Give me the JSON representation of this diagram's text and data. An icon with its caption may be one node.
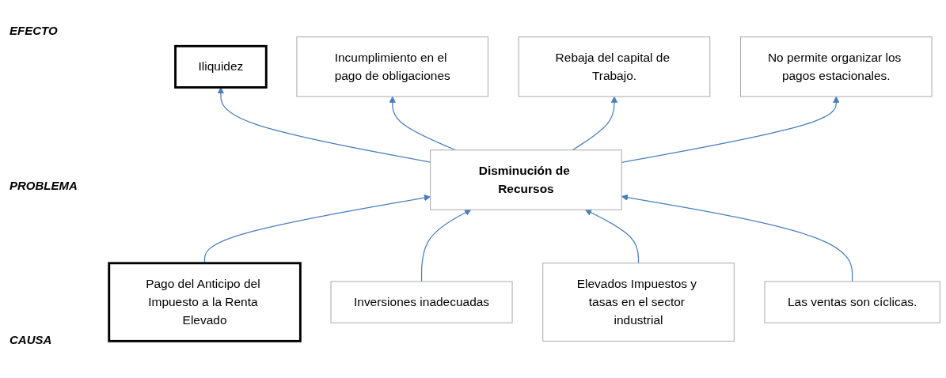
{
  "diagram": {
    "nodes": [
      {
        "text": [
          "Iliquidez"
        ]
      },
      {
        "text": [
          "Incumplimiento en el pago de obligaciones"
        ]
      },
      {
        "text": [
          "Rebaja del capital de Trabajo."
        ]
      },
      {
        "text": [
          "No permite organizar los pagos estacionales."
        ]
      },
      {
        "text": [
          "Disminución de Recursos"
        ]
      },
      {
        "text": [
          "Pago del Anticipo del Impuesto a la Renta Elevado"
        ]
      },
      {
        "text": [
          "Inversiones inadecuadas"
        ]
      },
      {
        "text": [
          "Elevados Impuestos y tasas en el sector industrial"
        ]
      },
      {
        "text": [
          "Las ventas son cíclicas."
        ]
      }
    ],
    "edges": [
      {
        "from": 4,
        "to": 0,
        "arrow": "to"
      },
      {
        "from": 4,
        "to": 1,
        "arrow": "to"
      },
      {
        "from": 4,
        "to": 2,
        "arrow": "to"
      },
      {
        "from": 4,
        "to": 3,
        "arrow": "to"
      },
      {
        "from": 5,
        "to": 4,
        "arrow": "to"
      },
      {
        "from": 6,
        "to": 4,
        "arrow": "to"
      },
      {
        "from": 7,
        "to": 4,
        "arrow": "to"
      },
      {
        "from": 8,
        "to": 4,
        "arrow": "to"
      }
    ],
    "labels": [
      "EFECTO",
      "PROBLEMA",
      "CAUSA"
    ]
  }
}
